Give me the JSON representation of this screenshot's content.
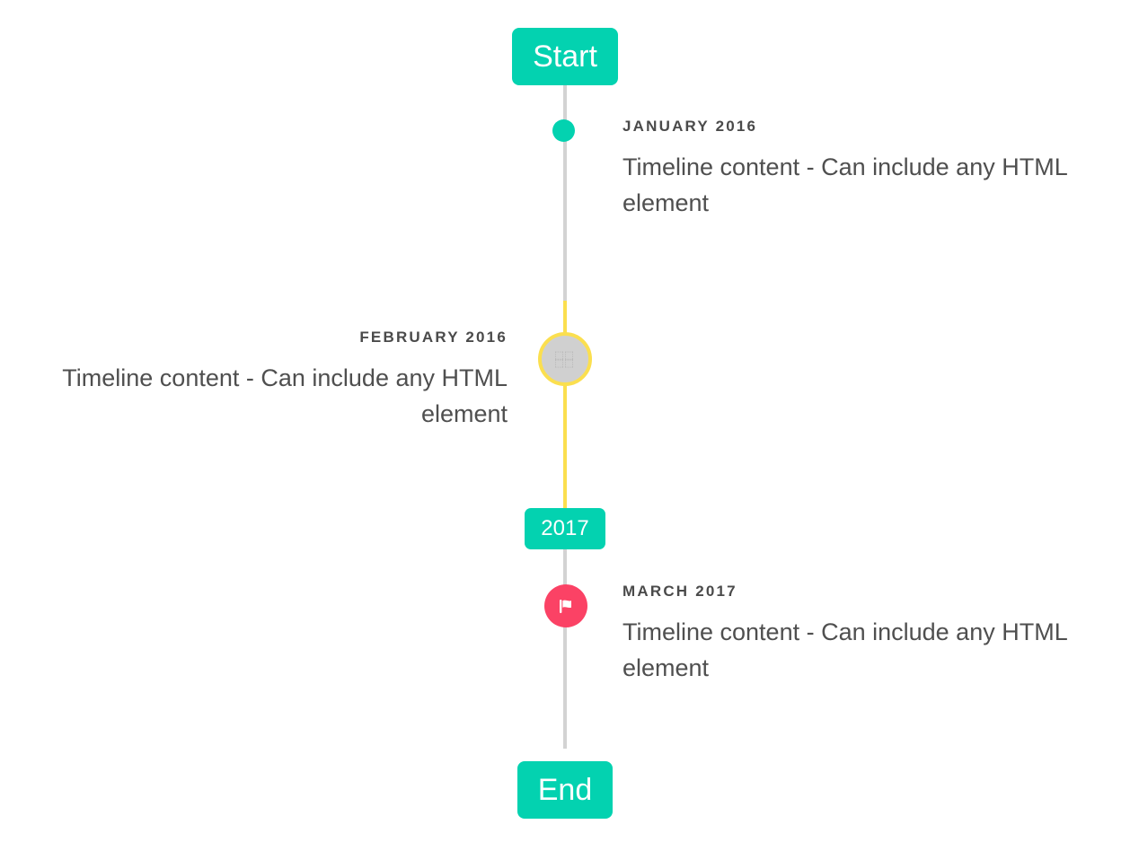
{
  "timeline": {
    "accent_color": "#03d2b0",
    "highlight_color": "#fbdf4f",
    "flag_color": "#fb4265",
    "line_color": "#d3d3d3",
    "caps": {
      "start_label": "Start",
      "middle_label": "2017",
      "end_label": "End"
    },
    "entries": [
      {
        "date": "JANUARY 2016",
        "body": "Timeline content - Can include any HTML element",
        "side": "right",
        "marker": "dot-icon"
      },
      {
        "date": "FEBRUARY 2016",
        "body": "Timeline content - Can include any HTML element",
        "side": "left",
        "marker": "broken-image-icon",
        "marker_placeholder": ""
      },
      {
        "date": "MARCH 2017",
        "body": "Timeline content - Can include any HTML element",
        "side": "right",
        "marker": "flag-icon"
      }
    ]
  }
}
